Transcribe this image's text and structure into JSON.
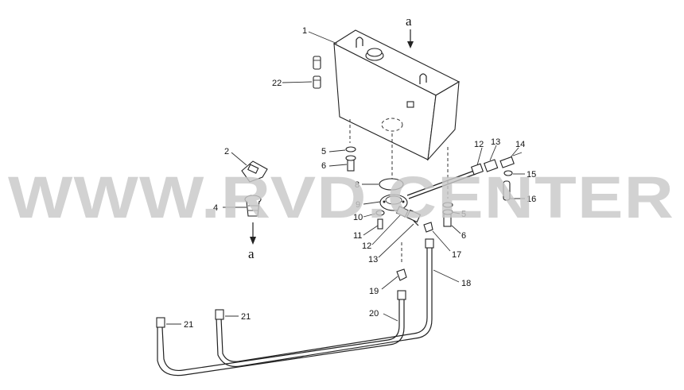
{
  "watermark": "WWW.RVD.CENTER",
  "view_label_top": "a",
  "view_label_bottom": "a",
  "callouts": [
    "1",
    "2",
    "4",
    "5",
    "6",
    "8",
    "9",
    "10",
    "11",
    "12",
    "13",
    "14",
    "15",
    "16",
    "5",
    "6",
    "12",
    "13",
    "17",
    "18",
    "19",
    "20",
    "21",
    "21",
    "22"
  ]
}
